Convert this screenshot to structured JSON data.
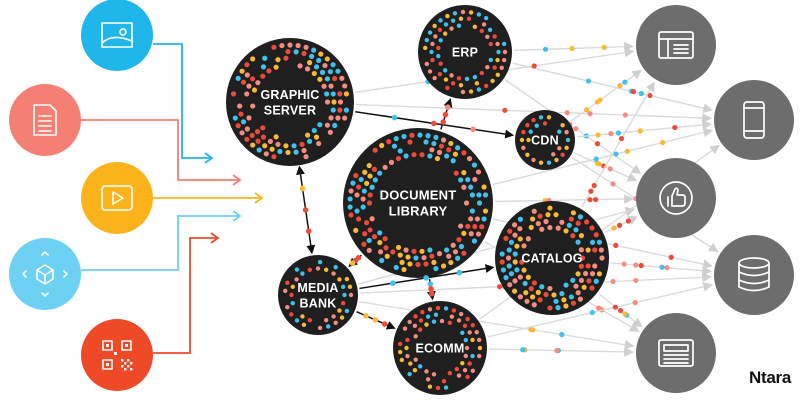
{
  "colors": {
    "src_blue": "#1fb6ea",
    "src_salmon": "#f47f73",
    "src_yellow": "#fbb31c",
    "src_lightblue": "#6cd1f3",
    "src_red": "#ef4a28",
    "hub_dark": "#1f1f1f",
    "target_gray": "#6d6d6d",
    "dot_red": "#ee4a3a",
    "dot_yellow": "#f8b935",
    "dot_blue": "#3fc1ee",
    "dot_pink": "#f58c80",
    "mesh_line": "#dadada",
    "arrow_dark": "#111111"
  },
  "sources": [
    {
      "name": "image-source",
      "icon": "image-icon",
      "color_key": "src_blue"
    },
    {
      "name": "document-source",
      "icon": "document-icon",
      "color_key": "src_salmon"
    },
    {
      "name": "video-source",
      "icon": "play-icon",
      "color_key": "src_yellow"
    },
    {
      "name": "3d-model-source",
      "icon": "3d-cube-icon",
      "color_key": "src_lightblue"
    },
    {
      "name": "qr-code-source",
      "icon": "qr-code-icon",
      "color_key": "src_red"
    }
  ],
  "hubs": [
    {
      "id": "graphic",
      "lines": [
        "GRAPHIC",
        "SERVER"
      ]
    },
    {
      "id": "erp",
      "lines": [
        "ERP"
      ]
    },
    {
      "id": "cdn",
      "lines": [
        "CDN"
      ]
    },
    {
      "id": "doclib",
      "lines": [
        "DOCUMENT",
        "LIBRARY"
      ]
    },
    {
      "id": "catalog",
      "lines": [
        "CATALOG"
      ]
    },
    {
      "id": "media",
      "lines": [
        "MEDIA",
        "BANK"
      ]
    },
    {
      "id": "ecomm",
      "lines": [
        "ECOMM"
      ]
    }
  ],
  "targets": [
    {
      "name": "web-browser-target",
      "icon": "browser-window-icon"
    },
    {
      "name": "mobile-target",
      "icon": "smartphone-icon"
    },
    {
      "name": "social-target",
      "icon": "thumbs-up-icon"
    },
    {
      "name": "database-target",
      "icon": "database-icon"
    },
    {
      "name": "print-target",
      "icon": "newspaper-icon"
    }
  ],
  "brand": {
    "text": "Ntara"
  }
}
